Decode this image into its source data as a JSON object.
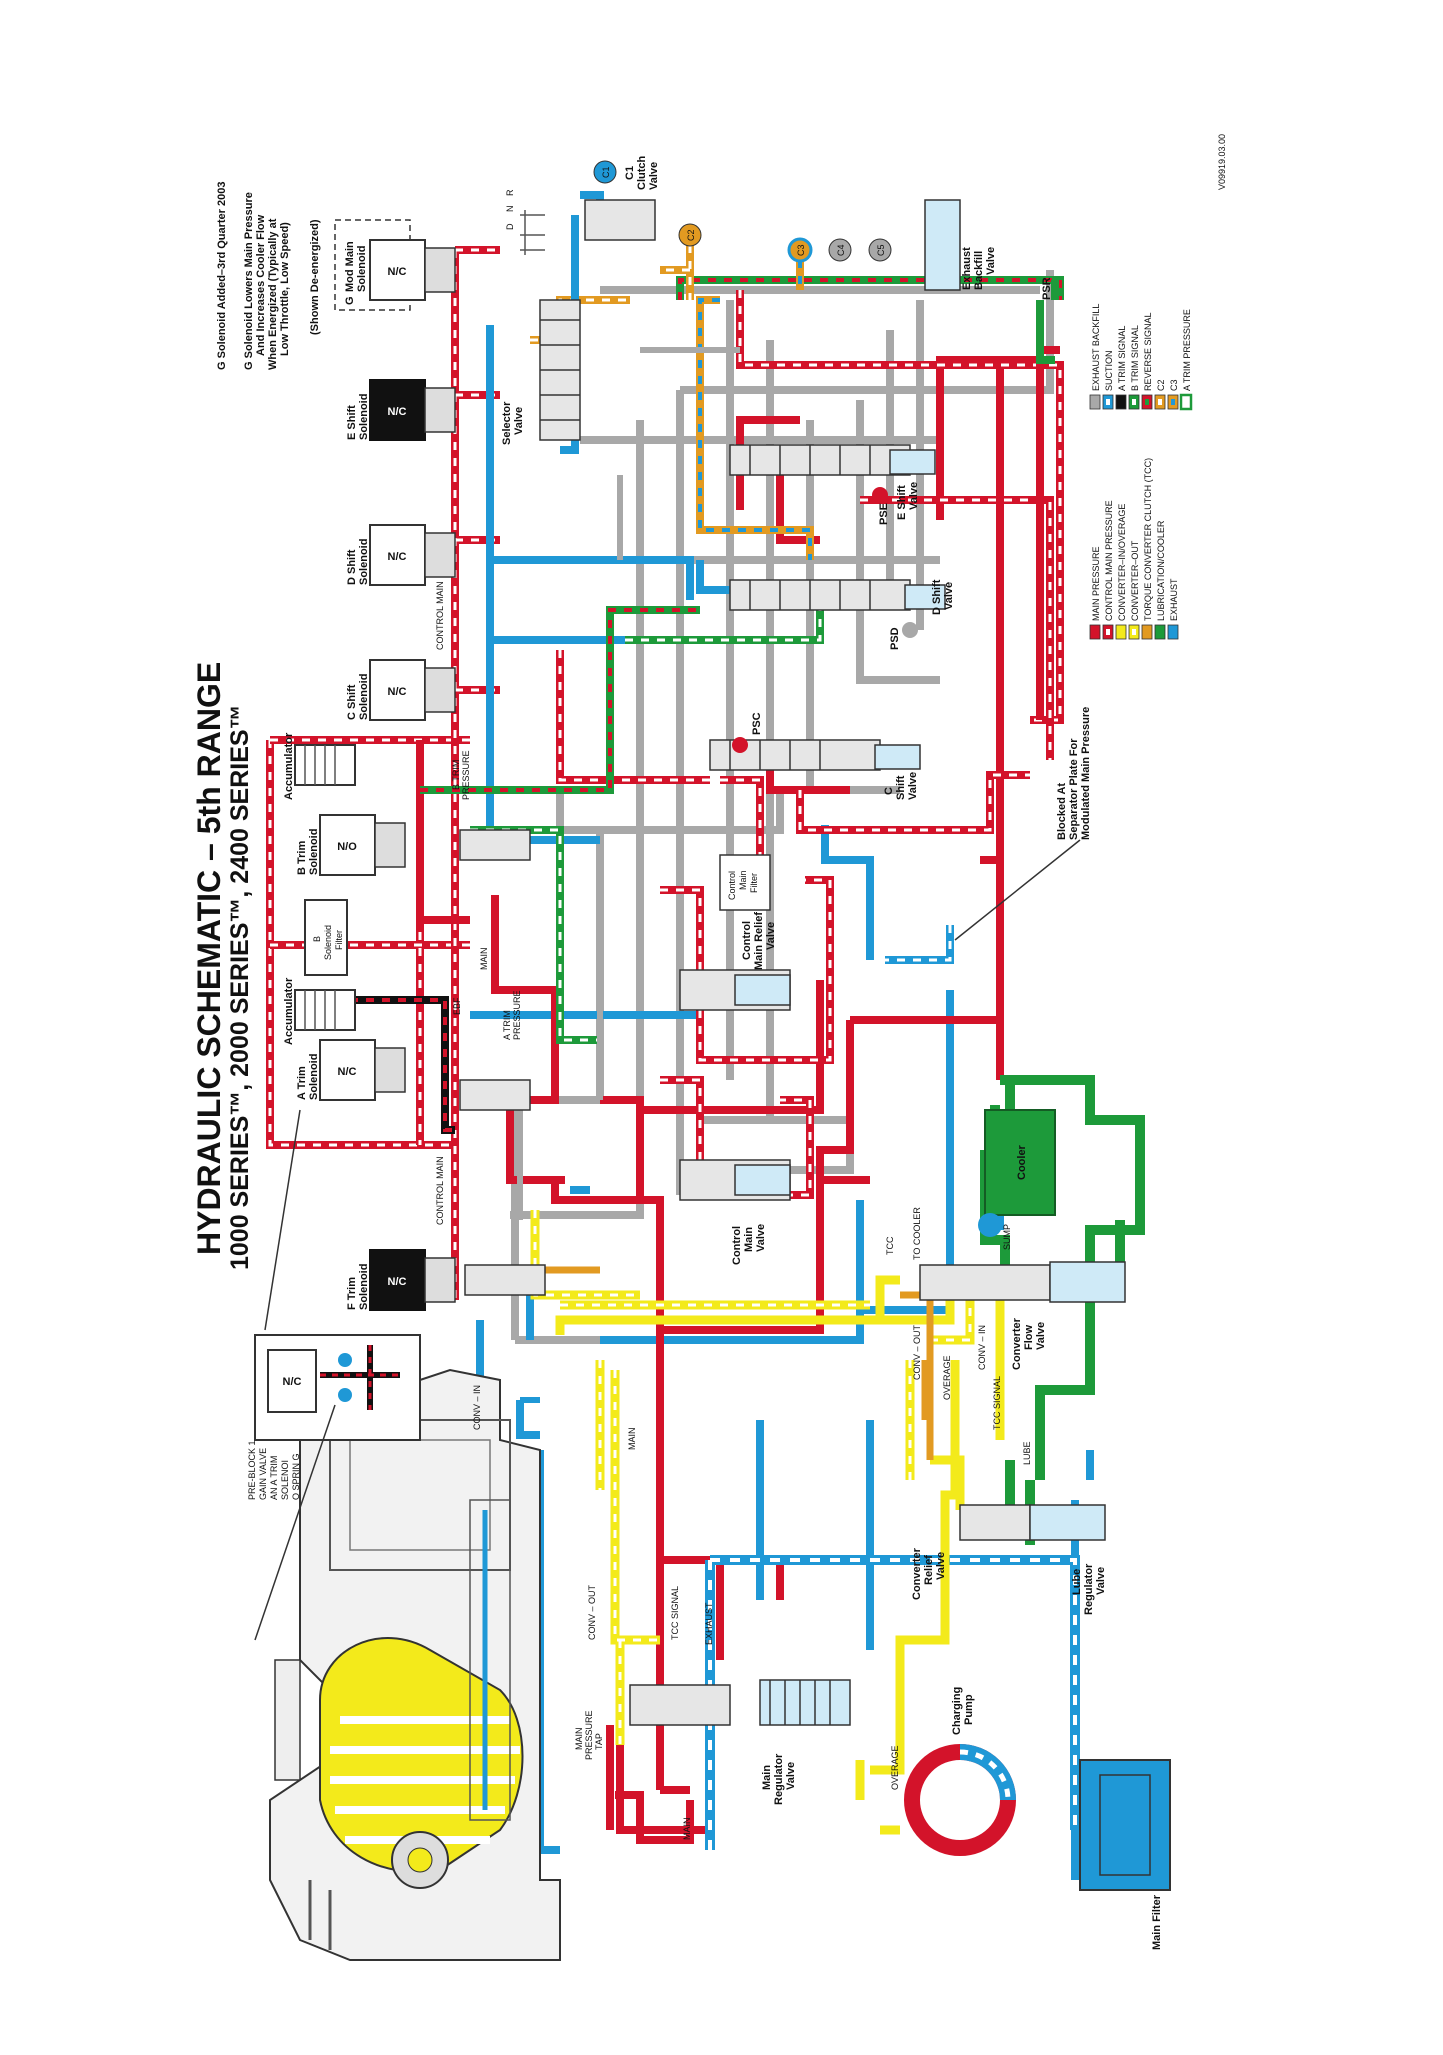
{
  "title": {
    "line1": "HYDRAULIC SCHEMATIC – 5th RANGE",
    "line2": "1000 SERIES™, 2000 SERIES™, 2400 SERIES™"
  },
  "notes": {
    "n1": "G Solenoid Added–3rd Quarter 2003",
    "n2": "G Solenoid Lowers Main Pressure",
    "n3": "And Increases Cooler Flow",
    "n4": "When Energized (Typically at",
    "n5": "Low Throttle, Low Speed)",
    "shown": "(Shown De-energized)"
  },
  "solenoids": {
    "g_mod_main": [
      "G",
      "Mod Main",
      "Solenoid"
    ],
    "e_shift": [
      "E Shift",
      "Solenoid"
    ],
    "d_shift": [
      "D Shift",
      "Solenoid"
    ],
    "c_shift": [
      "C Shift",
      "Solenoid"
    ],
    "b_trim": [
      "B Trim",
      "Solenoid"
    ],
    "a_trim": [
      "A Trim",
      "Solenoid"
    ],
    "f_trim": [
      "F Trim",
      "Solenoid"
    ],
    "nc": "N/C",
    "no": "N/O"
  },
  "components": {
    "accumulator": "Accumulator",
    "b_filter": [
      "B",
      "Solenoid",
      "Filter"
    ],
    "selector": [
      "Selector",
      "Valve"
    ],
    "prndl": [
      "D",
      "N",
      "R"
    ],
    "c1_clutch": [
      "C1",
      "Clutch",
      "Valve"
    ],
    "exhaust_backfill": [
      "Exhaust",
      "Backfill",
      "Valve"
    ],
    "e_shift_valve": [
      "E Shift",
      "Valve"
    ],
    "d_shift_valve": [
      "D Shift",
      "Valve"
    ],
    "c_shift_valve": [
      "C",
      "Shift",
      "Valve"
    ],
    "control_main_filter": [
      "Control",
      "Main",
      "Filter"
    ],
    "control_main_relief": [
      "Control",
      "Main Relief",
      "Valve"
    ],
    "control_main_valve": [
      "Control",
      "Main",
      "Valve"
    ],
    "converter_flow": [
      "Converter",
      "Flow",
      "Valve"
    ],
    "converter_relief": [
      "Converter",
      "Relief",
      "Valve"
    ],
    "lube_regulator": [
      "Lube",
      "Regulator",
      "Valve"
    ],
    "main_regulator": [
      "Main",
      "Regulator",
      "Valve"
    ],
    "charging_pump": [
      "Charging",
      "Pump"
    ],
    "main_filter": "Main Filter",
    "cooler": "Cooler",
    "sump": "SUMP",
    "psr": "PSR",
    "pse": "PSE",
    "psd": "PSD",
    "psc": "PSC",
    "blocked": [
      "Blocked At",
      "Separator Plate For",
      "Modulated Main Pressure"
    ],
    "preblock": [
      "PRE-BLOCK 1",
      "GAIN VALVE",
      "AN A TRIM",
      "SOLENOI",
      "O SPRIN G"
    ]
  },
  "clutches": [
    "C1",
    "C2",
    "C3",
    "C4",
    "C5"
  ],
  "circuit_labels": {
    "control_main": "CONTROL MAIN",
    "b_trim_pressure": [
      "B TRIM",
      "PRESSURE"
    ],
    "a_trim_pressure": [
      "A TRIM",
      "PRESSURE"
    ],
    "main": "MAIN",
    "ebf": "EBF",
    "conv_in": "CONV – IN",
    "conv_out": "CONV – OUT",
    "tcc": "TCC",
    "to_cooler": "TO COOLER",
    "overage": "OVERAGE",
    "tcc_signal": "TCC SIGNAL",
    "lube": "LUBE",
    "exhaust": "EXHAUST",
    "main_pressure_tap": [
      "MAIN",
      "PRESSURE",
      "TAP"
    ]
  },
  "legend1": [
    {
      "label": "MAIN PRESSURE",
      "color": "#d3132a",
      "pattern": "solid"
    },
    {
      "label": "CONTROL MAIN PRESSURE",
      "color": "#d3132a",
      "pattern": "dash"
    },
    {
      "label": "CONVERTER–IN/OVERAGE",
      "color": "#f3ea1b",
      "pattern": "solid"
    },
    {
      "label": "CONVERTER–OUT",
      "color": "#f3ea1b",
      "pattern": "dash"
    },
    {
      "label": "TORQUE CONVERTER CLUTCH (TCC)",
      "color": "#e29a21",
      "pattern": "solid"
    },
    {
      "label": "LUBRICATION/COOLER",
      "color": "#1d9a3a",
      "pattern": "solid"
    },
    {
      "label": "EXHAUST",
      "color": "#1f98d6",
      "pattern": "solid"
    }
  ],
  "legend2": [
    {
      "label": "EXHAUST BACKFILL",
      "color": "#a8a8a8",
      "pattern": "solid"
    },
    {
      "label": "SUCTION",
      "color": "#1f98d6",
      "pattern": "dash"
    },
    {
      "label": "A TRIM SIGNAL",
      "color": "#111111",
      "pattern": "solid"
    },
    {
      "label": "B TRIM SIGNAL",
      "color": "#1d9a3a",
      "pattern": "dash"
    },
    {
      "label": "REVERSE SIGNAL",
      "color": "#d3132a",
      "pattern": "dashgreen"
    },
    {
      "label": "C2",
      "color": "#e29a21",
      "pattern": "dash"
    },
    {
      "label": "C3",
      "color": "#e29a21",
      "pattern": "dashblue"
    },
    {
      "label": "A TRIM PRESSURE",
      "color": "#1d9a3a",
      "pattern": "outline"
    }
  ],
  "colors": {
    "main": "#d3132a",
    "exhaust": "#1f98d6",
    "green": "#1d9a3a",
    "yellow": "#f3ea1b",
    "orange": "#e29a21",
    "gray": "#a8a8a8",
    "black": "#111111"
  },
  "code": "V09919.03.00"
}
